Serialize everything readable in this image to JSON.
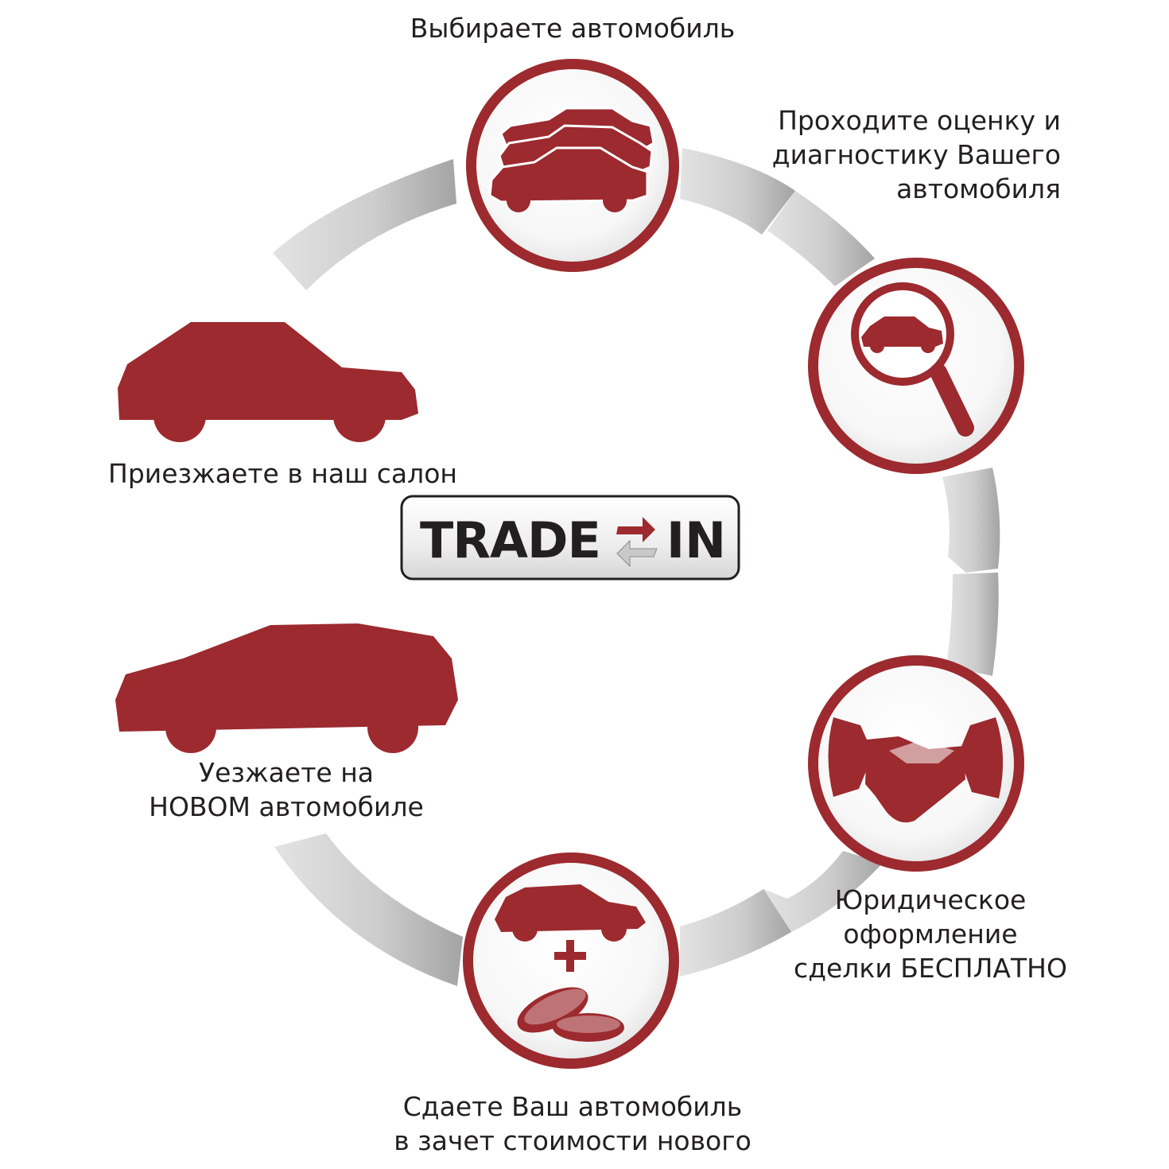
{
  "logo": {
    "left_text": "TRADE",
    "right_text": "IN",
    "icon": "swap-arrows-icon"
  },
  "steps": [
    {
      "id": "choose-car",
      "lines": [
        "Выбираете автомобиль"
      ],
      "icon": "stacked-cars-icon"
    },
    {
      "id": "evaluation",
      "lines": [
        "Проходите оценку и",
        "диагностику Вашего",
        "автомобиля"
      ],
      "icon": "magnifier-car-icon"
    },
    {
      "id": "legal",
      "lines": [
        "Юридическое",
        "оформление",
        "сделки БЕСПЛАТНО"
      ],
      "icon": "handshake-icon"
    },
    {
      "id": "trade-in",
      "lines": [
        "Сдаете Ваш автомобиль",
        "в зачет стоимости нового"
      ],
      "icon": "car-plus-coins-icon"
    },
    {
      "id": "leave",
      "lines": [
        "Уезжаете на",
        "НОВОМ автомобиле"
      ],
      "icon": "suv-icon"
    },
    {
      "id": "arrive",
      "lines": [
        "Приезжаете в наш салон"
      ],
      "icon": "hatchback-icon"
    }
  ],
  "colors": {
    "accent": "#9c2a2e",
    "ring": "#d2d2d2",
    "ring_dark": "#a6a6a6",
    "text": "#231f20"
  }
}
